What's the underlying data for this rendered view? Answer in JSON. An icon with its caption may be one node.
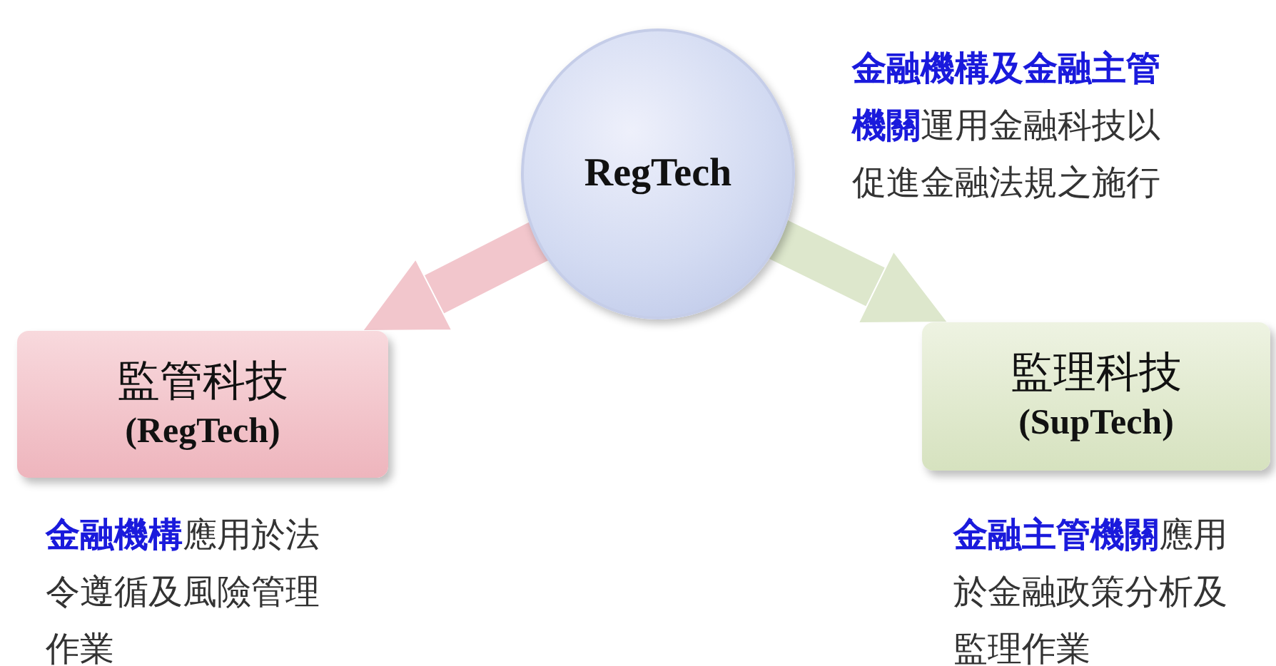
{
  "diagram": {
    "nodes": [
      {
        "text": [
          "RegTech"
        ],
        "beside": [
          "**金融機構及金融主管機關**運用金融科技以促進金融法規之施行"
        ]
      },
      {
        "text": [
          "監管科技",
          "(RegTech)"
        ],
        "beside": [
          "**金融機構**應用於法令遵循及風險管理作業"
        ]
      },
      {
        "text": [
          "監理科技",
          "(SupTech)"
        ],
        "beside": [
          "**金融主管機關**應用於金融政策分析及監理作業"
        ]
      }
    ],
    "edges": [
      {
        "from": 0,
        "to": 1,
        "arrow": "to",
        "color": "#f2c6cc"
      },
      {
        "from": 0,
        "to": 2,
        "arrow": "to",
        "color": "#dde7cc"
      }
    ]
  }
}
